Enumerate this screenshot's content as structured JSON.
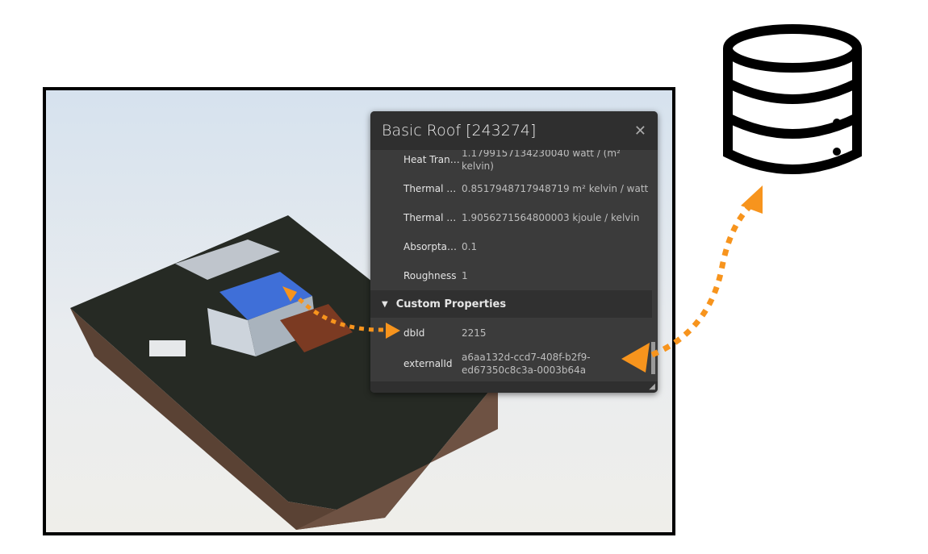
{
  "panel": {
    "title": "Basic Roof [243274]",
    "close_icon": "close-icon",
    "rows": [
      {
        "key": "Heat Transfer Co...",
        "value": "1.1799157134230040 watt / (m² kelvin)"
      },
      {
        "key": "Thermal Resista...",
        "value": "0.8517948717948719 m² kelvin / watt"
      },
      {
        "key": "Thermal mass",
        "value": "1.9056271564800003 kjoule / kelvin"
      },
      {
        "key": "Absorptance",
        "value": "0.1"
      },
      {
        "key": "Roughness",
        "value": "1"
      }
    ],
    "category": {
      "label": "Custom Properties",
      "icon": "caret-down-icon"
    },
    "custom_rows": [
      {
        "key": "dbId",
        "value": "2215"
      },
      {
        "key": "externalId",
        "value": "a6aa132d-ccd7-408f-b2f9-ed67350c8c3a-0003b64a"
      }
    ]
  },
  "colors": {
    "arrow": "#f7941d",
    "panel": "#3b3b3b"
  },
  "database_icon": "database-icon"
}
